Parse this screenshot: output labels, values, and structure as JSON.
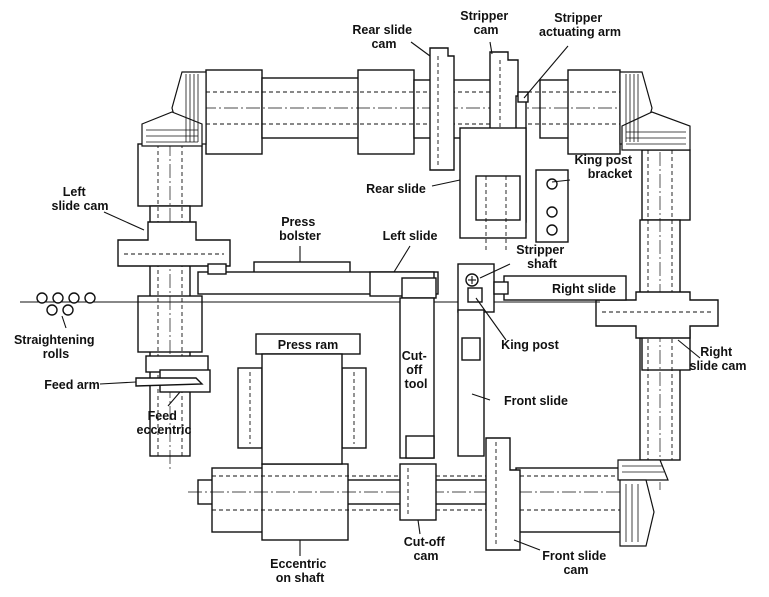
{
  "labels": {
    "rear_slide_cam": [
      "Rear slide",
      "cam"
    ],
    "stripper_cam": [
      "Stripper",
      "cam"
    ],
    "stripper_actuating_arm": [
      "Stripper",
      "actuating arm"
    ],
    "king_post_bracket": [
      "King post",
      "bracket"
    ],
    "rear_slide": [
      "Rear slide"
    ],
    "left_slide_cam": [
      "Left",
      "slide cam"
    ],
    "press_bolster": [
      "Press",
      "bolster"
    ],
    "left_slide": [
      "Left slide"
    ],
    "stripper_shaft": [
      "Stripper",
      "shaft"
    ],
    "right_slide": [
      "Right slide"
    ],
    "straightening_rolls": [
      "Straightening",
      "rolls"
    ],
    "king_post": [
      "King post"
    ],
    "press_ram": [
      "Press ram"
    ],
    "cut_off_tool": [
      "Cut-",
      "off",
      "tool"
    ],
    "right_slide_cam": [
      "Right",
      "slide cam"
    ],
    "feed_arm": [
      "Feed arm"
    ],
    "feed_eccentric": [
      "Feed",
      "eccentric"
    ],
    "front_slide": [
      "Front slide"
    ],
    "eccentric_on_shaft": [
      "Eccentric",
      "on shaft"
    ],
    "cut_off_cam": [
      "Cut-off",
      "cam"
    ],
    "front_slide_cam": [
      "Front slide",
      "cam"
    ]
  }
}
